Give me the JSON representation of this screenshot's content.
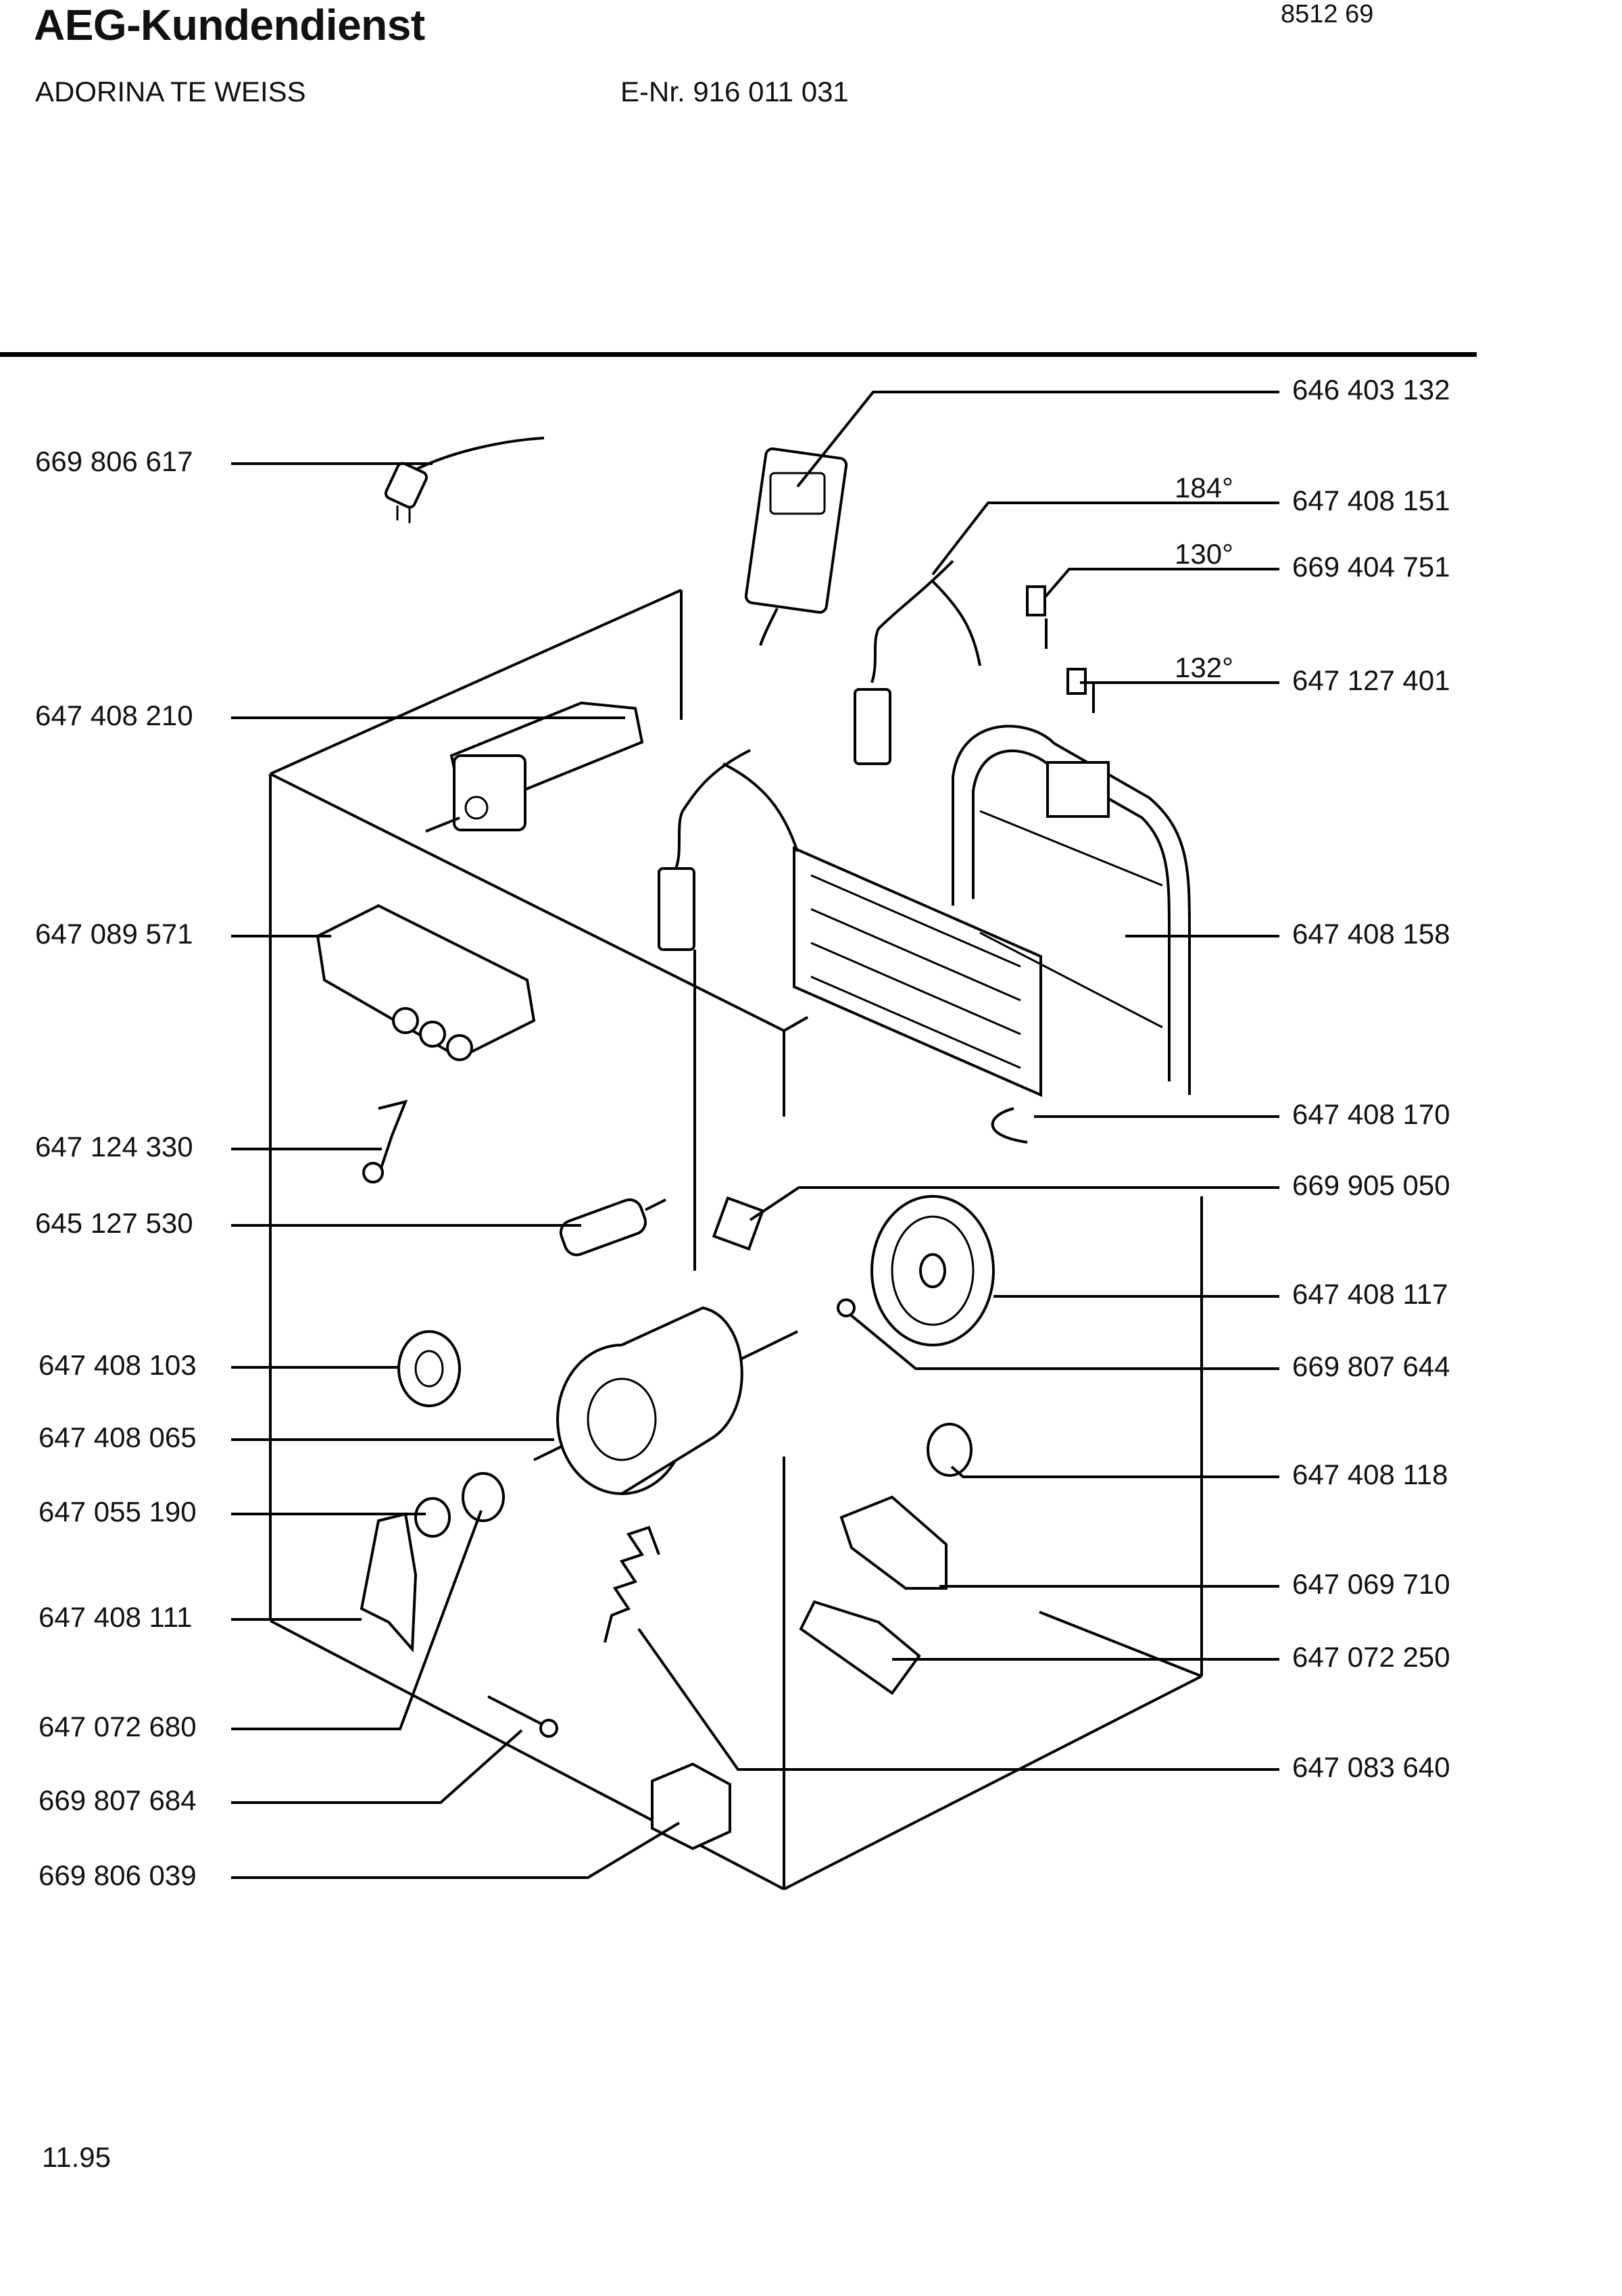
{
  "header": {
    "brand": "AEG-Kundendienst",
    "doc_number": "8512 69",
    "model": "ADORINA TE WEISS",
    "enr": "E-Nr. 916 011 031"
  },
  "footer": {
    "date": "11.95"
  },
  "left_labels": [
    "669 806 617",
    "647 408 210",
    "647 089 571",
    "647 124 330",
    "645 127 530",
    "647 408 103",
    "647 408 065",
    "647 055 190",
    "647 408 111",
    "647 072 680",
    "669 807 684",
    "669 806 039"
  ],
  "right_labels": [
    "646 403 132",
    "647 408 151",
    "669 404 751",
    "647 127 401",
    "647 408 158",
    "647 408 170",
    "669 905 050",
    "647 408 117",
    "669 807 644",
    "647 408 118",
    "647 069 710",
    "647 072 250",
    "647 083 640"
  ],
  "angles": [
    "184°",
    "130°",
    "132°"
  ]
}
